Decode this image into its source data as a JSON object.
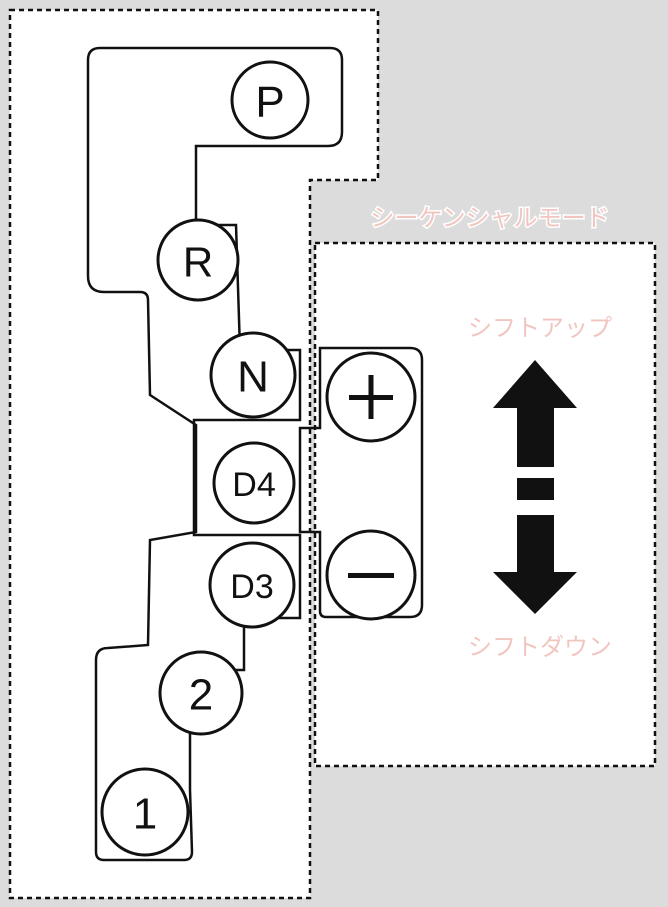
{
  "gears": {
    "p": "P",
    "r": "R",
    "n": "N",
    "d4": "D4",
    "d3": "D3",
    "g2": "2",
    "g1": "1"
  },
  "sequential": {
    "mode_title": "シーケンシャルモード",
    "plus_symbol": "+",
    "minus_symbol": "−",
    "shift_up_label": "シフトアップ",
    "shift_down_label": "シフトダウン"
  },
  "icons": {
    "up": "arrow-up-icon",
    "down": "arrow-down-icon",
    "plus": "plus-icon",
    "minus": "minus-icon"
  },
  "colors": {
    "background": "#dcdcdc",
    "panel": "#ffffff",
    "outline": "#111111",
    "label_pink": "#f2c6c0"
  }
}
